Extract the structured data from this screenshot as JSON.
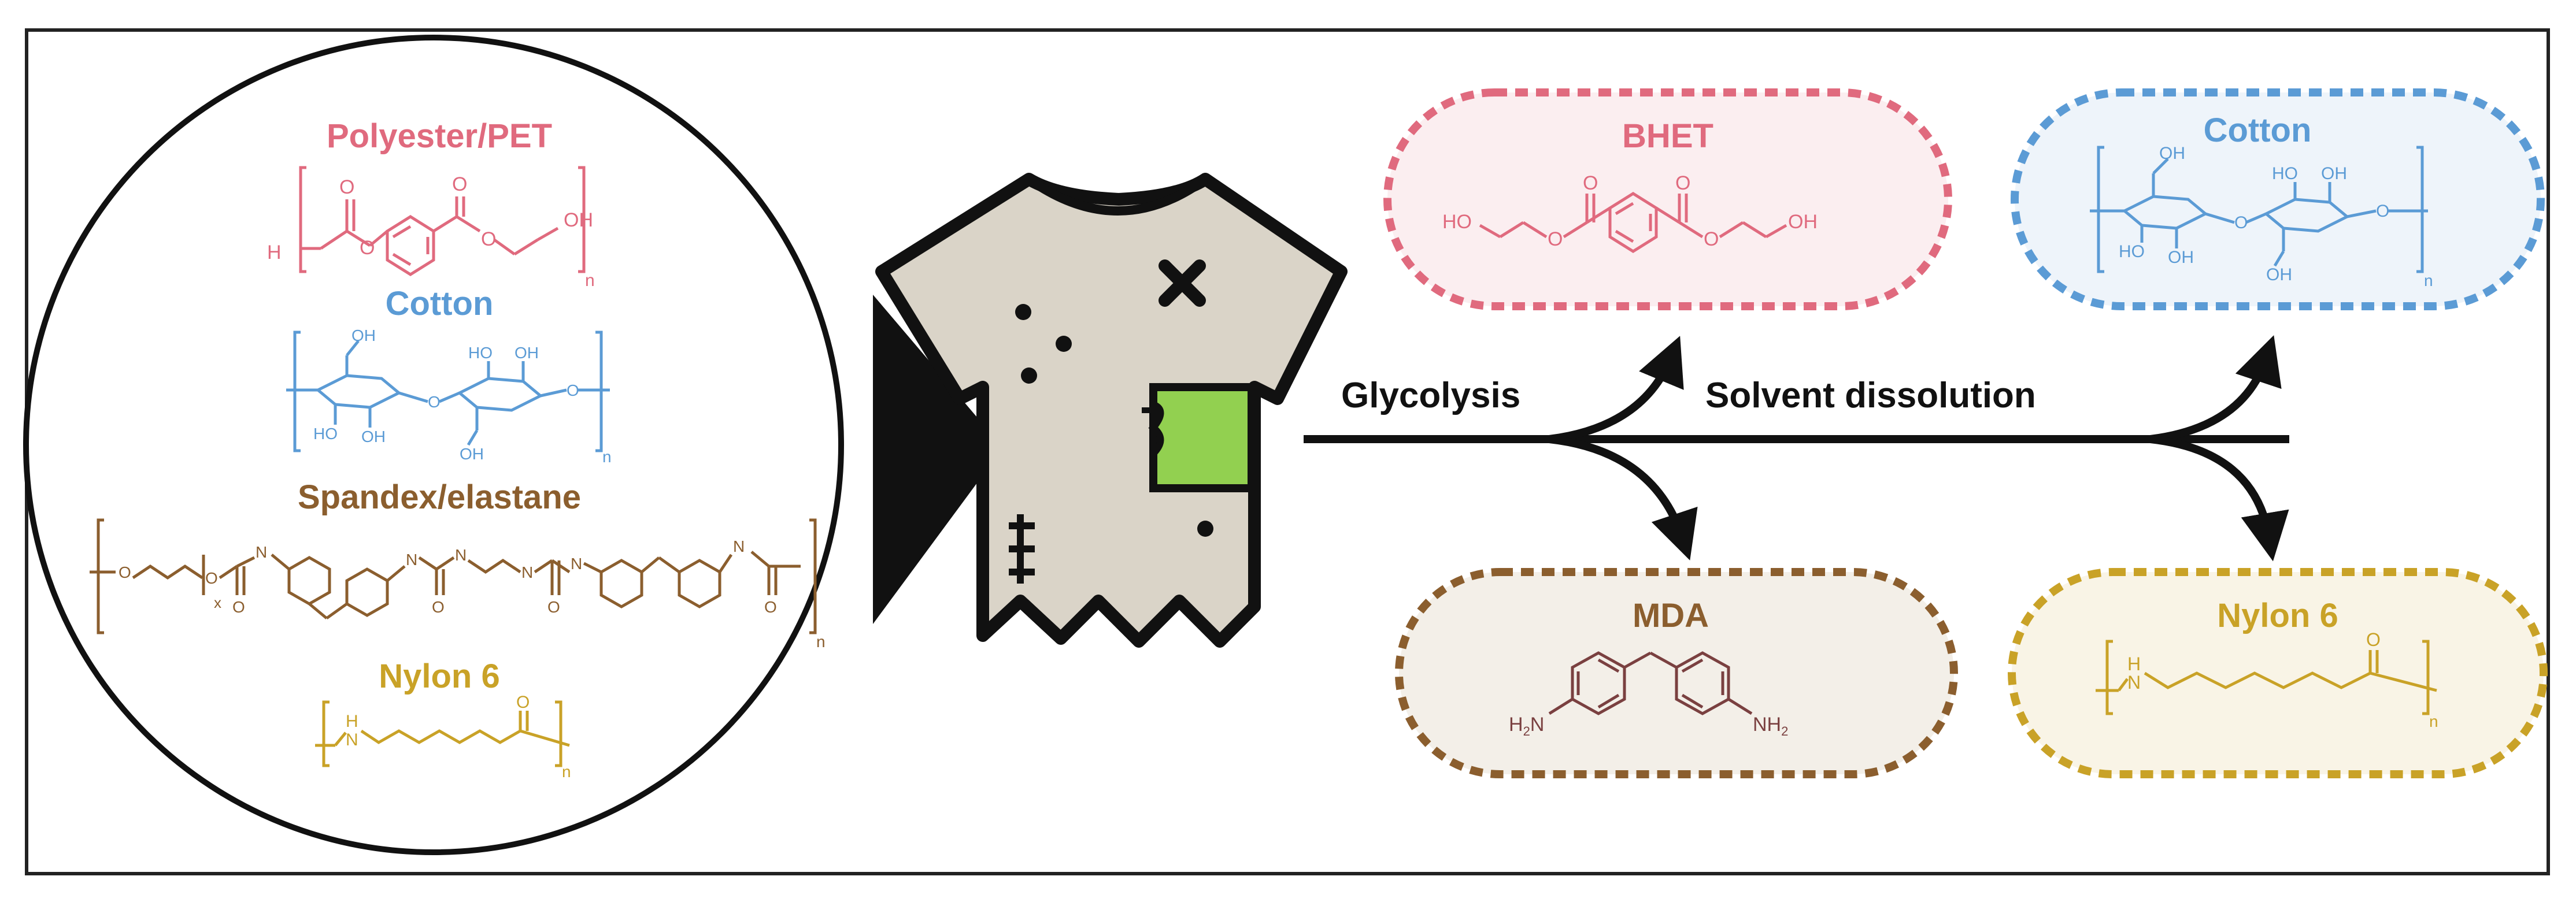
{
  "colors": {
    "pet": "#E06A7E",
    "cotton": "#5B9BD5",
    "spandex": "#8B5E2E",
    "nylon": "#C9A227",
    "mda_structure": "#7A4040",
    "pet_box_fill": "#FBEEF0",
    "cotton_box_fill": "#EEF4FA",
    "mda_box_fill": "#F3EFE8",
    "nylon_box_fill": "#F9F4E6",
    "shirt_fill": "#DAD4C8",
    "patch": "#92D050",
    "ink": "#111111"
  },
  "magnifier": {
    "polymers": [
      {
        "id": "pet",
        "label": "Polyester/PET"
      },
      {
        "id": "cotton",
        "label": "Cotton"
      },
      {
        "id": "spandex",
        "label": "Spandex/elastane"
      },
      {
        "id": "nylon",
        "label": "Nylon 6"
      }
    ]
  },
  "processes": {
    "left": "Glycolysis",
    "right": "Solvent dissolution"
  },
  "products": {
    "bhet": {
      "label": "BHET"
    },
    "cotton": {
      "label": "Cotton"
    },
    "mda": {
      "label": "MDA"
    },
    "nylon": {
      "label": "Nylon 6"
    }
  },
  "atoms": {
    "oh": "OH",
    "ho": "HO",
    "h": "H",
    "o": "O",
    "n": "n",
    "x": "x",
    "nh2": "NH",
    "h2n": "H",
    "sub2": "2",
    "nh": "N"
  }
}
